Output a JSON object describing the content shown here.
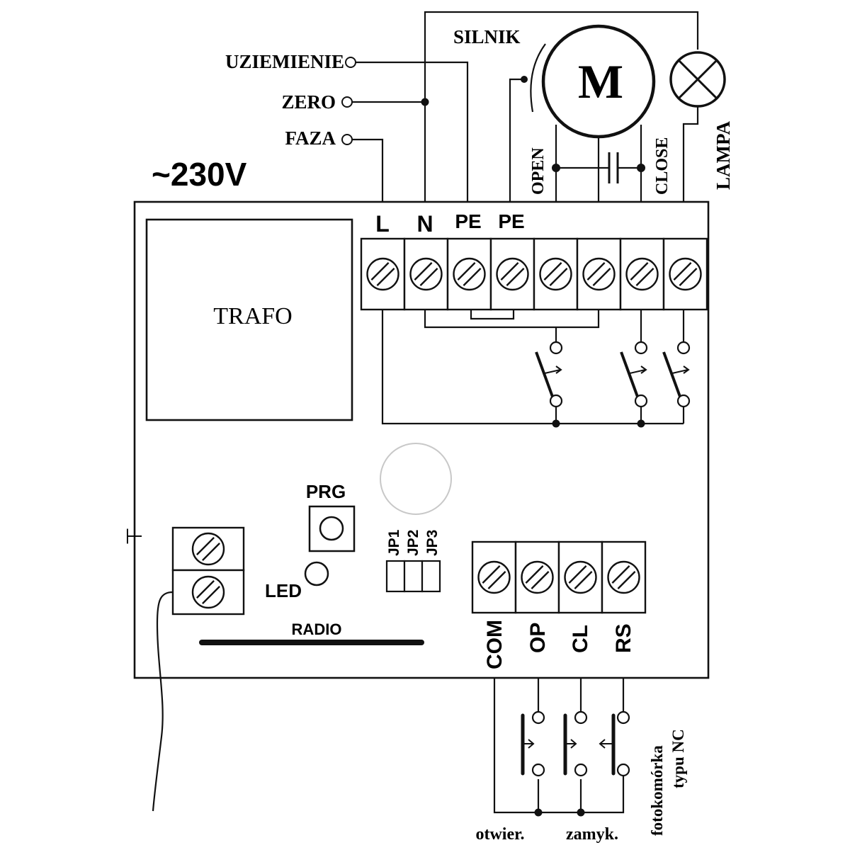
{
  "power": {
    "voltage_label": "~230V",
    "ground_label": "UZIEMIENIE",
    "neutral_label": "ZERO",
    "phase_label": "FAZA"
  },
  "motor": {
    "title": "SILNIK",
    "symbol": "M",
    "open_label": "OPEN",
    "close_label": "CLOSE"
  },
  "lamp": {
    "label": "LAMPA"
  },
  "board": {
    "transformer_label": "TRAFO",
    "program_button_label": "PRG",
    "led_label": "LED",
    "radio_label": "RADIO",
    "antenna_symbol": "⊤",
    "jumpers": [
      "JP1",
      "JP2",
      "JP3"
    ],
    "power_terminals": [
      "L",
      "N",
      "PE",
      "PE"
    ],
    "control_terminals": [
      "COM",
      "OP",
      "CL",
      "RS"
    ]
  },
  "inputs": {
    "open_label": "otwier.",
    "close_label": "zamyk.",
    "photocell_line1": "fotokomórka",
    "photocell_line2": "typu NC"
  }
}
